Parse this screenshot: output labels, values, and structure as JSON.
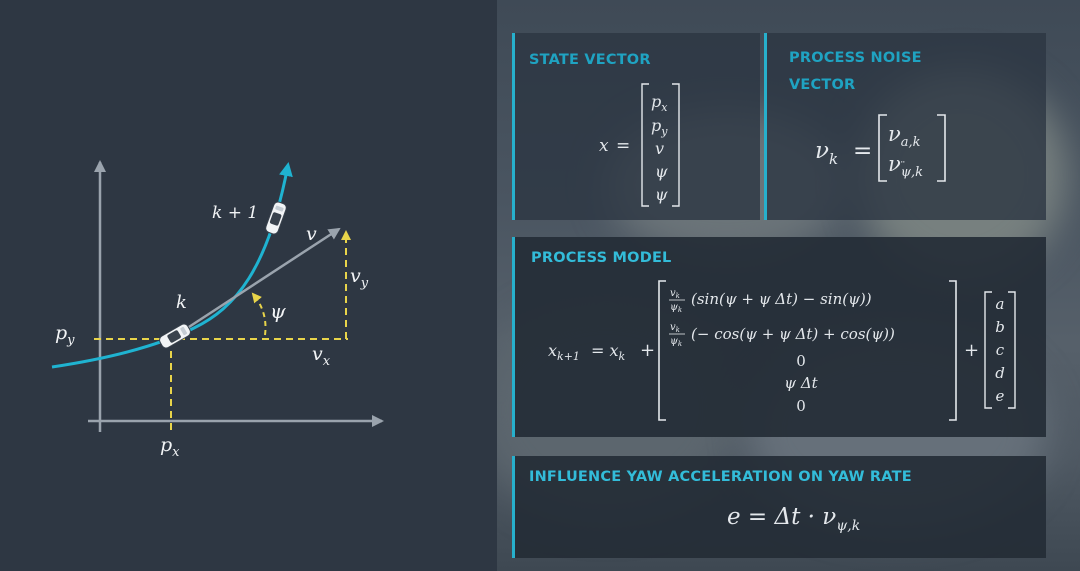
{
  "diagram": {
    "labels": {
      "k_plus_1": "k + 1",
      "v": "v",
      "k": "k",
      "psi": "ψ",
      "v_y": "v",
      "v_y_sub": "y",
      "p_y": "p",
      "p_y_sub": "y",
      "v_x": "v",
      "v_x_sub": "x",
      "p_x": "p",
      "p_x_sub": "x"
    },
    "colors": {
      "background": "#2e3743",
      "axes": "#9aa3ad",
      "curve": "#1fb3d1",
      "velocity": "#9aa3ad",
      "dashed": "#e8d44a"
    }
  },
  "panels": {
    "state_vector": {
      "title": "STATE VECTOR",
      "lhs": "x",
      "eq": "=",
      "entries": [
        "p",
        "p",
        "v",
        "ψ",
        "ψ"
      ],
      "entry_subs": [
        "x",
        "y",
        "",
        "",
        ""
      ]
    },
    "process_noise": {
      "title_line1": "PROCESS NOISE",
      "title_line2": "VECTOR",
      "lhs": "ν",
      "lhs_sub": "k",
      "eq": "=",
      "entries": [
        "ν",
        "ν"
      ],
      "entry_subs": [
        "a,k",
        "ψ,k"
      ]
    },
    "process_model": {
      "title": "PROCESS MODEL",
      "lhs": "x",
      "lhs_sub": "k+1",
      "eq_rhs": "= x",
      "eq_rhs_sub": "k",
      "plus1": "+",
      "plus2": "+",
      "row1": "(sin(ψ + ψ Δt) − sin(ψ))",
      "row2": "(− cos(ψ + ψ Δt) + cos(ψ))",
      "row3": "0",
      "row4": "ψ Δt",
      "row5": "0",
      "noise_entries": [
        "a",
        "b",
        "c",
        "d",
        "e"
      ]
    },
    "yaw": {
      "title": "INFLUENCE YAW ACCELERATION ON YAW RATE",
      "formula": "e = Δt · ν",
      "formula_sub": "ψ,k"
    }
  }
}
